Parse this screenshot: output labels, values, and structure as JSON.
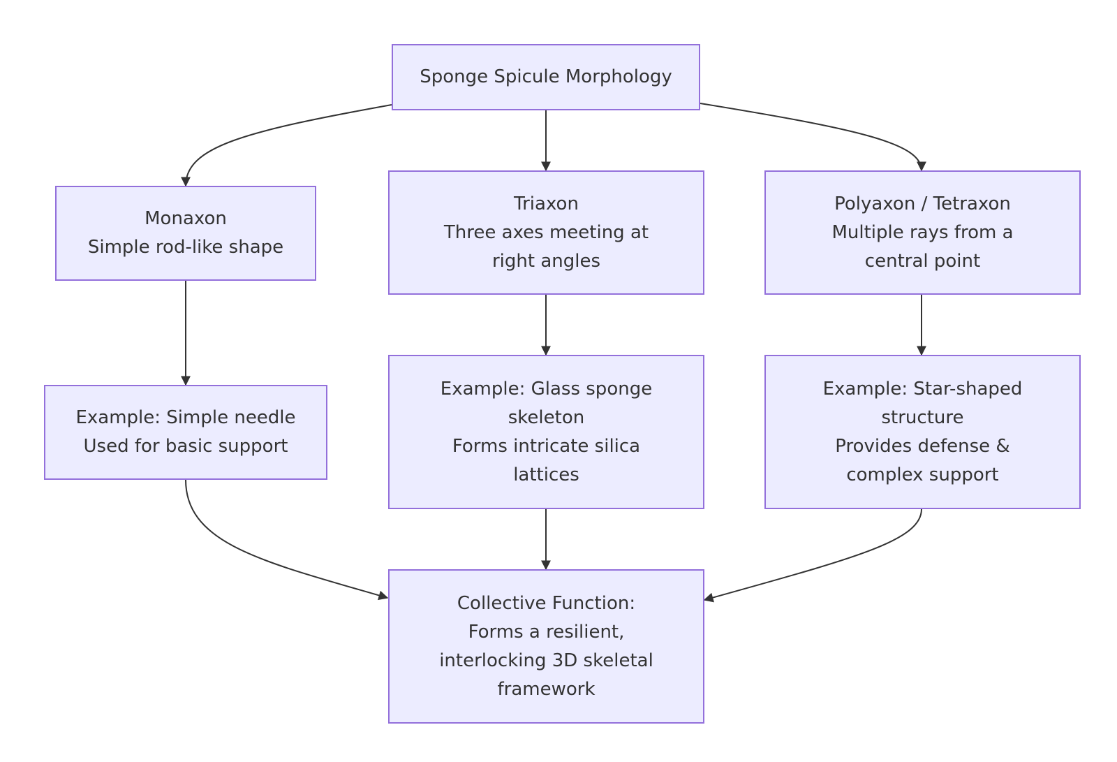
{
  "colors": {
    "node_fill": "#ececff",
    "node_border": "#9370db",
    "edge": "#333333",
    "text": "#333333"
  },
  "nodes": {
    "root": {
      "lines": [
        "Sponge Spicule Morphology"
      ]
    },
    "monaxon": {
      "lines": [
        "Monaxon",
        "Simple rod-like shape"
      ]
    },
    "triaxon": {
      "lines": [
        "Triaxon",
        "Three axes meeting at",
        "right angles"
      ]
    },
    "polyaxon": {
      "lines": [
        "Polyaxon / Tetraxon",
        "Multiple rays from a",
        "central point"
      ]
    },
    "monaxon_example": {
      "lines": [
        "Example: Simple needle",
        "Used for basic support"
      ]
    },
    "triaxon_example": {
      "lines": [
        "Example: Glass sponge",
        "skeleton",
        "Forms intricate silica",
        "lattices"
      ]
    },
    "polyaxon_example": {
      "lines": [
        "Example: Star-shaped",
        "structure",
        "Provides defense &",
        "complex support"
      ]
    },
    "collective": {
      "lines": [
        "Collective Function:",
        "Forms a resilient,",
        "interlocking 3D skeletal",
        "framework"
      ]
    }
  },
  "edges": [
    {
      "from": "root",
      "to": "monaxon"
    },
    {
      "from": "root",
      "to": "triaxon"
    },
    {
      "from": "root",
      "to": "polyaxon"
    },
    {
      "from": "monaxon",
      "to": "monaxon_example"
    },
    {
      "from": "triaxon",
      "to": "triaxon_example"
    },
    {
      "from": "polyaxon",
      "to": "polyaxon_example"
    },
    {
      "from": "monaxon_example",
      "to": "collective"
    },
    {
      "from": "triaxon_example",
      "to": "collective"
    },
    {
      "from": "polyaxon_example",
      "to": "collective"
    }
  ]
}
